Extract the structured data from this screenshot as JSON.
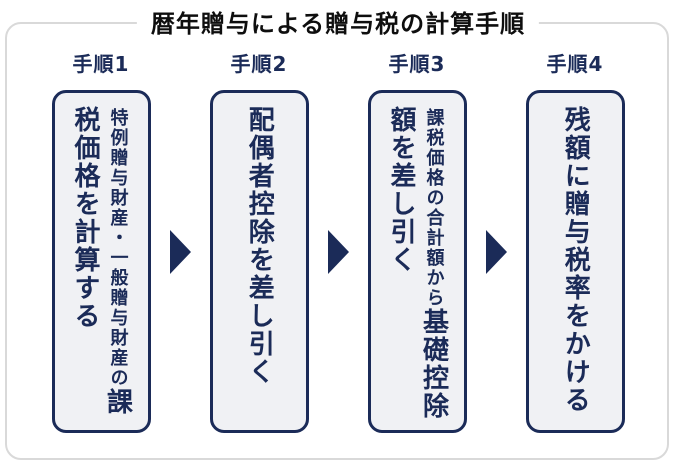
{
  "title": "暦年贈与による贈与税の計算手順",
  "steps": [
    {
      "label": "手順1",
      "lead": "特例贈与財産・一般贈与財産の",
      "main": "課税価格を計算する"
    },
    {
      "label": "手順2",
      "lead": "",
      "main": "配偶者控除を差し引く"
    },
    {
      "label": "手順3",
      "lead": "課税価格の合計額から",
      "main": "基礎控除額を差し引く"
    },
    {
      "label": "手順4",
      "lead": "",
      "main": "残額に贈与税率をかける"
    }
  ],
  "colors": {
    "accent_navy": "#1b2b58",
    "box_fill": "#f0f1f4",
    "frame_border": "#d9d9d9",
    "title_text": "#0e0e0e",
    "background": "#ffffff"
  }
}
